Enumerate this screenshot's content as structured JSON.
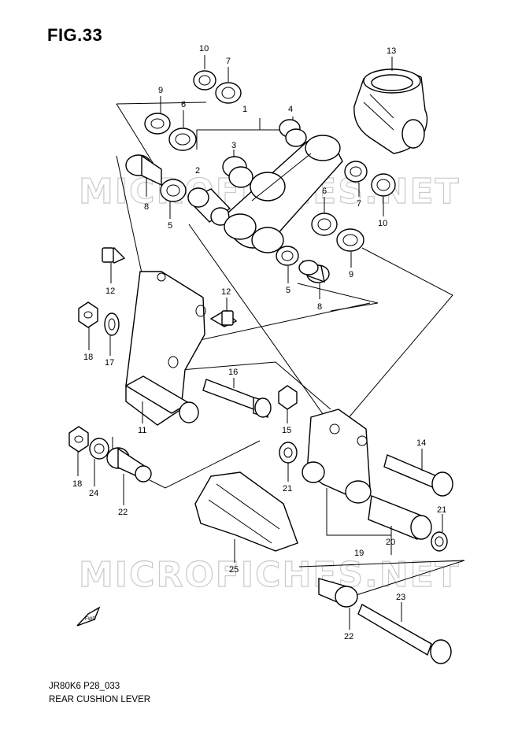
{
  "figure": {
    "title": "FIG.33",
    "code": "JR80K6 P28_033",
    "name": "REAR CUSHION LEVER",
    "watermark": "MICROFICHES.NET",
    "fwd_label": "FWD"
  },
  "callouts": [
    {
      "id": "c10a",
      "text": "10"
    },
    {
      "id": "c7a",
      "text": "7"
    },
    {
      "id": "c9a",
      "text": "9"
    },
    {
      "id": "c6a",
      "text": "6"
    },
    {
      "id": "c1",
      "text": "1"
    },
    {
      "id": "c4",
      "text": "4"
    },
    {
      "id": "c13",
      "text": "13"
    },
    {
      "id": "c3",
      "text": "3"
    },
    {
      "id": "c2",
      "text": "2"
    },
    {
      "id": "c8a",
      "text": "8"
    },
    {
      "id": "c5a",
      "text": "5"
    },
    {
      "id": "c6b",
      "text": "6"
    },
    {
      "id": "c7b",
      "text": "7"
    },
    {
      "id": "c10b",
      "text": "10"
    },
    {
      "id": "c12a",
      "text": "12"
    },
    {
      "id": "c9b",
      "text": "9"
    },
    {
      "id": "c5b",
      "text": "5"
    },
    {
      "id": "c8b",
      "text": "8"
    },
    {
      "id": "c12b",
      "text": "12"
    },
    {
      "id": "c18a",
      "text": "18"
    },
    {
      "id": "c17",
      "text": "17"
    },
    {
      "id": "c16",
      "text": "16"
    },
    {
      "id": "c11",
      "text": "11"
    },
    {
      "id": "c15",
      "text": "15"
    },
    {
      "id": "c14",
      "text": "14"
    },
    {
      "id": "c18b",
      "text": "18"
    },
    {
      "id": "c24",
      "text": "24"
    },
    {
      "id": "c22a",
      "text": "22"
    },
    {
      "id": "c21a",
      "text": "21"
    },
    {
      "id": "c21b",
      "text": "21"
    },
    {
      "id": "c20",
      "text": "20"
    },
    {
      "id": "c19",
      "text": "19"
    },
    {
      "id": "c25",
      "text": "25"
    },
    {
      "id": "c23",
      "text": "23"
    },
    {
      "id": "c22b",
      "text": "22"
    }
  ]
}
